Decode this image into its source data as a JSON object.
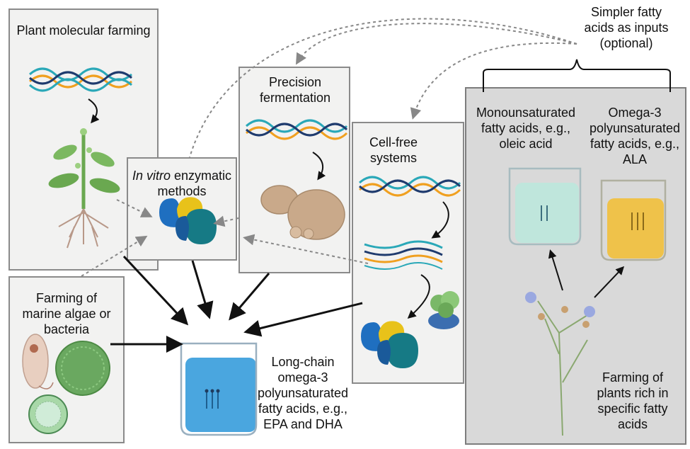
{
  "boxes": {
    "plant_molecular": {
      "title": "Plant molecular farming"
    },
    "in_vitro": {
      "title_italic": "In vitro",
      "title_rest": " enzymatic methods"
    },
    "precision_fermentation": {
      "title": "Precision fermentation"
    },
    "cell_free": {
      "title": "Cell-free systems"
    },
    "marine": {
      "title": "Farming of marine algae or bacteria"
    },
    "plants_rich": {
      "title": "Farming of plants rich in specific fatty acids"
    }
  },
  "inputs_label": "Simpler fatty acids as inputs (optional)",
  "monounsaturated": "Monounsaturated fatty acids, e.g., oleic acid",
  "omega3_ala": "Omega-3 polyunsaturated fatty acids, e.g., ALA",
  "long_chain": "Long-chain omega-3 polyunsaturated fatty acids, e.g., EPA and DHA",
  "colors": {
    "panel_bg": "#f2f2f1",
    "panel_border": "#8a8a8a",
    "gray_panel": "#d9d9d9",
    "blue_liquid": "#4aa6df",
    "green_liquid": "#bfe6dc",
    "yellow_liquid": "#efc24a",
    "dna_teal": "#2aa8b8",
    "dna_orange": "#f0a020",
    "dna_navy": "#1f3b6e",
    "enzyme_blue": "#1f6fc0",
    "enzyme_teal": "#167a85",
    "enzyme_yellow": "#e8c21a",
    "yeast": "#c9a98a",
    "algae_green": "#6aa860"
  }
}
